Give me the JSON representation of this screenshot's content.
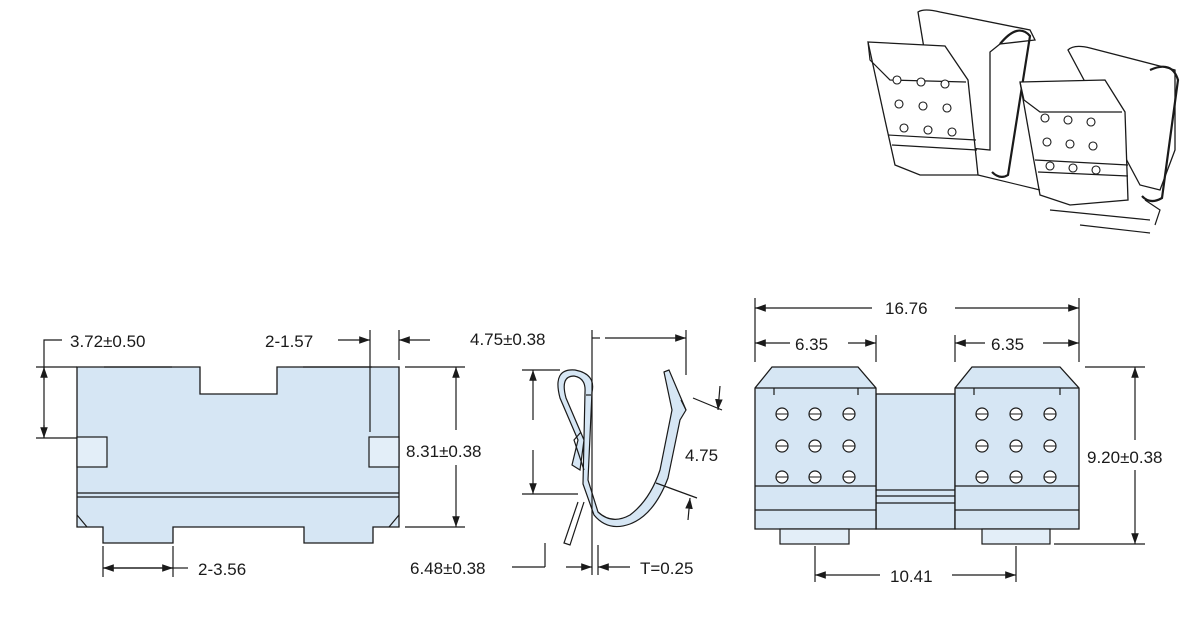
{
  "views": {
    "side_view": {
      "dims": {
        "tab_height": "3.72±0.50",
        "slot_width": "2-1.57",
        "height": "8.31±0.38",
        "foot_width": "2-3.56"
      }
    },
    "profile_view": {
      "dims": {
        "top_opening": "4.75±0.38",
        "inner_depth": "4.75",
        "height": "6.48±0.38",
        "thickness": "T=0.25"
      }
    },
    "front_view": {
      "dims": {
        "overall_width": "16.76",
        "left_pad": "6.35",
        "right_pad": "6.35",
        "height": "9.20±0.38",
        "foot_span": "10.41"
      }
    }
  },
  "colors": {
    "part_fill": "#d6e6f4",
    "line": "#1a1a1a",
    "background": "#ffffff"
  }
}
